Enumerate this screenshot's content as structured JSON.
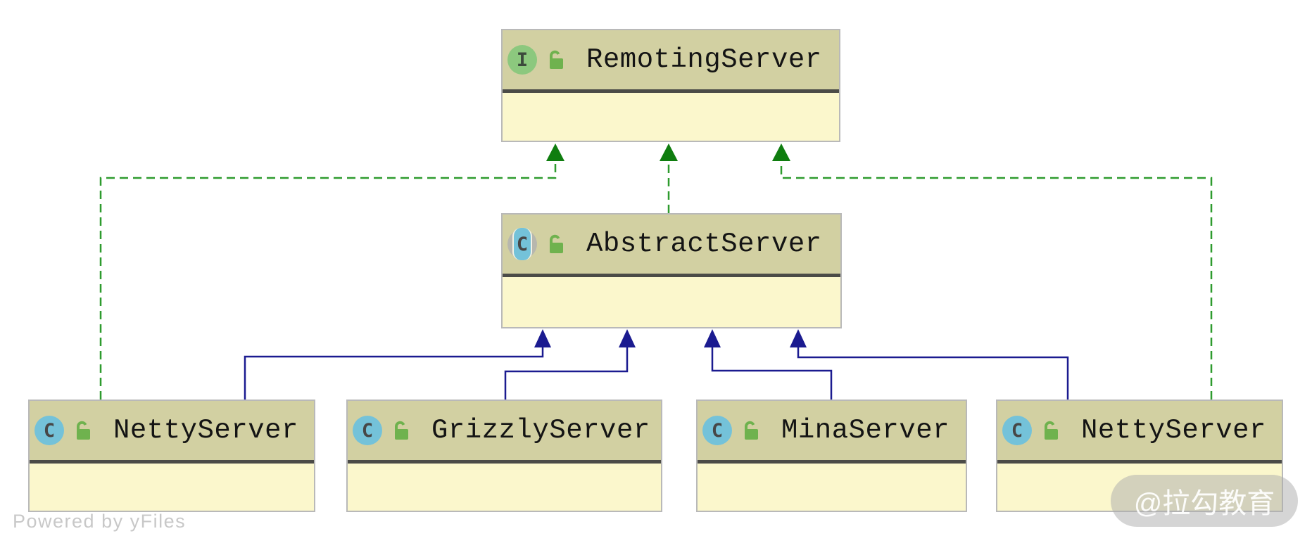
{
  "diagram": {
    "type": "uml-class-diagram",
    "nodes": {
      "remoting_server": {
        "name": "RemotingServer",
        "kind": "interface",
        "icon_letter": "I",
        "visibility": "public"
      },
      "abstract_server": {
        "name": "AbstractServer",
        "kind": "abstract-class",
        "icon_letter": "C",
        "visibility": "public"
      },
      "netty_server_left": {
        "name": "NettyServer",
        "kind": "class",
        "icon_letter": "C",
        "visibility": "public"
      },
      "grizzly_server": {
        "name": "GrizzlyServer",
        "kind": "class",
        "icon_letter": "C",
        "visibility": "public"
      },
      "mina_server": {
        "name": "MinaServer",
        "kind": "class",
        "icon_letter": "C",
        "visibility": "public"
      },
      "netty_server_right": {
        "name": "NettyServer",
        "kind": "class",
        "icon_letter": "C",
        "visibility": "public"
      }
    },
    "edges": [
      {
        "from": "NettyServer (left)",
        "to": "RemotingServer",
        "type": "implements",
        "style": "dashed-green"
      },
      {
        "from": "AbstractServer",
        "to": "RemotingServer",
        "type": "implements",
        "style": "dashed-green"
      },
      {
        "from": "NettyServer (right)",
        "to": "RemotingServer",
        "type": "implements",
        "style": "dashed-green"
      },
      {
        "from": "NettyServer (left)",
        "to": "AbstractServer",
        "type": "extends",
        "style": "solid-blue"
      },
      {
        "from": "GrizzlyServer",
        "to": "AbstractServer",
        "type": "extends",
        "style": "solid-blue"
      },
      {
        "from": "MinaServer",
        "to": "AbstractServer",
        "type": "extends",
        "style": "solid-blue"
      },
      {
        "from": "NettyServer (right)",
        "to": "AbstractServer",
        "type": "extends",
        "style": "solid-blue"
      }
    ],
    "icons": {
      "interface": "green-circle-I",
      "class": "blue-circle-C",
      "abstract_class": "blue-C-in-grey-parentheses-circle",
      "lock": "green-open-padlock"
    },
    "colors": {
      "node_header_bg": "#d2d0a2",
      "node_body_bg": "#fbf7cc",
      "node_border": "#b9b9b9",
      "node_divider": "#4b4b47",
      "interface_icon_green": "#8cc87e",
      "class_icon_blue": "#74c2d9",
      "lock_green": "#6fb24e",
      "implements_edge_green": "#2e9b2e",
      "implements_arrow_green": "#0f7d0f",
      "extends_edge_blue": "#1b1b90",
      "title_text": "#141414",
      "canvas_bg": "#ffffff"
    }
  },
  "footer": {
    "powered_by": "Powered by yFiles"
  },
  "watermark": {
    "text": "@拉勾教育"
  }
}
